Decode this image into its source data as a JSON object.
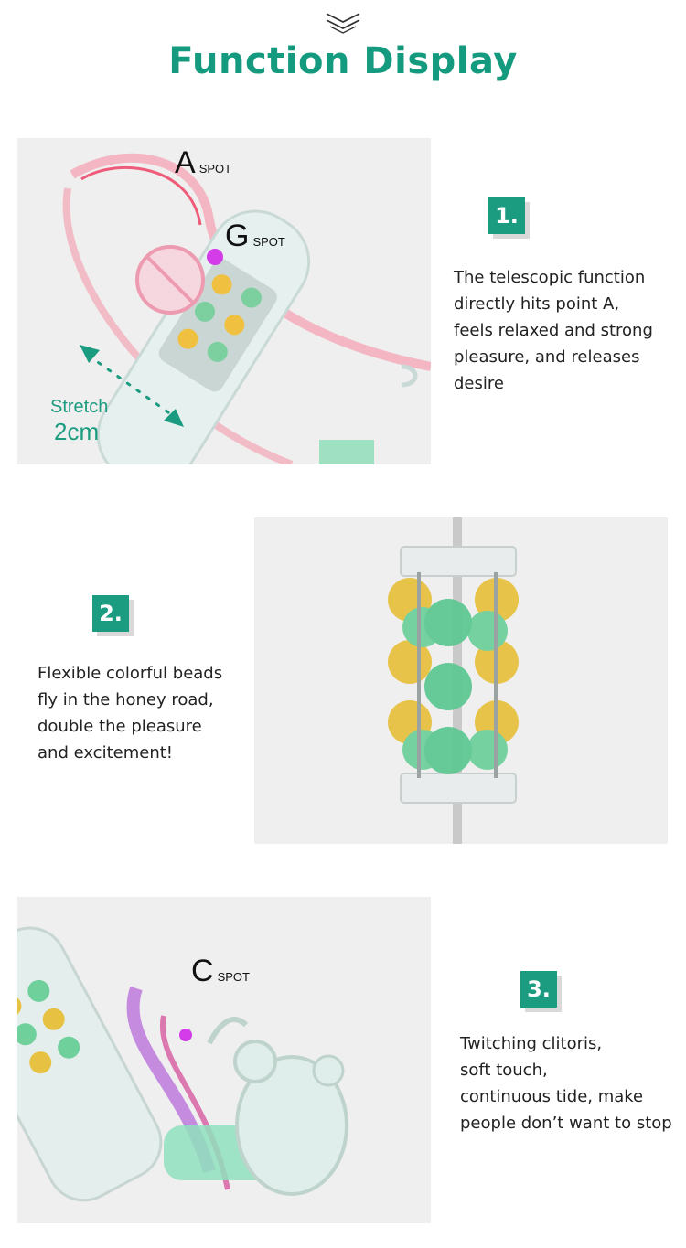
{
  "header": {
    "title": "Function Display",
    "icon": "double-chevron-down-icon"
  },
  "sections": [
    {
      "number": "1.",
      "description": "The telescopic function\ndirectly hits point A,\nfeels relaxed and strong\npleasure, and releases\ndesire",
      "labels": {
        "a_letter": "A",
        "a_spot": "SPOT",
        "g_letter": "G",
        "g_spot": "SPOT",
        "stretch": "Stretch",
        "stretch_value": "2cm"
      }
    },
    {
      "number": "2.",
      "description": "Flexible colorful beads\nfly in the honey road,\ndouble the pleasure\nand excitement!"
    },
    {
      "number": "3.",
      "description": "Twitching clitoris,\nsoft touch,\ncontinuous tide, make\npeople don’t want to stop",
      "labels": {
        "c_letter": "C",
        "c_spot": "SPOT"
      }
    }
  ],
  "colors": {
    "accent": "#1b9b7f",
    "title": "#149a7e",
    "panel_bg": "#efefef",
    "badge_shadow": "#d9d9d9"
  }
}
